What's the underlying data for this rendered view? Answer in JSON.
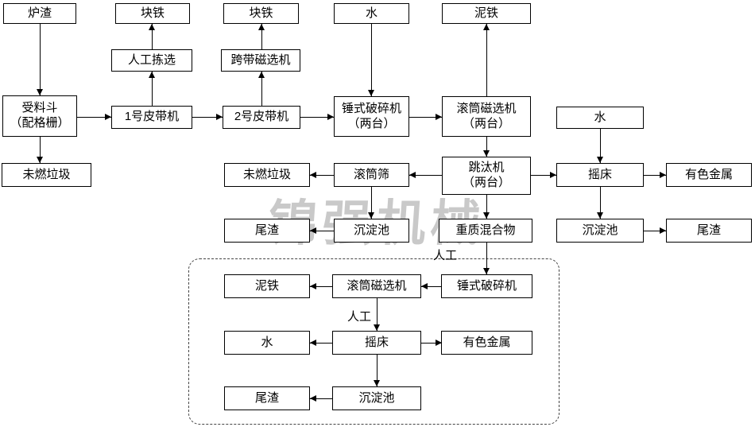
{
  "watermark": "锦强机械",
  "annotations": {
    "manual_transfer_1": "人工",
    "manual_transfer_2": "人工"
  },
  "nodes": {
    "furnace_slag": "炉渣",
    "lump_iron_1": "块铁",
    "lump_iron_2": "块铁",
    "water_top": "水",
    "mud_iron_top": "泥铁",
    "manual_sorting": "人工拣选",
    "crossbelt_magnetic_separator": "跨带磁选机",
    "receiving_hopper": "受料斗\n（配格栅）",
    "belt_conveyor_1": "1号皮带机",
    "belt_conveyor_2": "2号皮带机",
    "hammer_crusher_two": "锤式破碎机\n（两台）",
    "drum_magnetic_separator_two": "滚筒磁选机\n（两台）",
    "water_right": "水",
    "unburned_waste_left": "未燃垃圾",
    "unburned_waste_mid": "未燃垃圾",
    "drum_screen": "滚筒筛",
    "jig_machine_two": "跳汰机\n（两台）",
    "shaking_table": "摇床",
    "nonferrous_metal": "有色金属",
    "tailings_mid": "尾渣",
    "sedimentation_pool_mid": "沉淀池",
    "heavy_mixture": "重质混合物",
    "sedimentation_pool_right": "沉淀池",
    "tailings_right": "尾渣",
    "mud_iron_sub": "泥铁",
    "drum_magnetic_separator_sub": "滚筒磁选机",
    "hammer_crusher_sub": "锤式破碎机",
    "water_sub": "水",
    "shaking_table_sub": "摇床",
    "nonferrous_metal_sub": "有色金属",
    "tailings_sub": "尾渣",
    "sedimentation_pool_sub": "沉淀池"
  }
}
